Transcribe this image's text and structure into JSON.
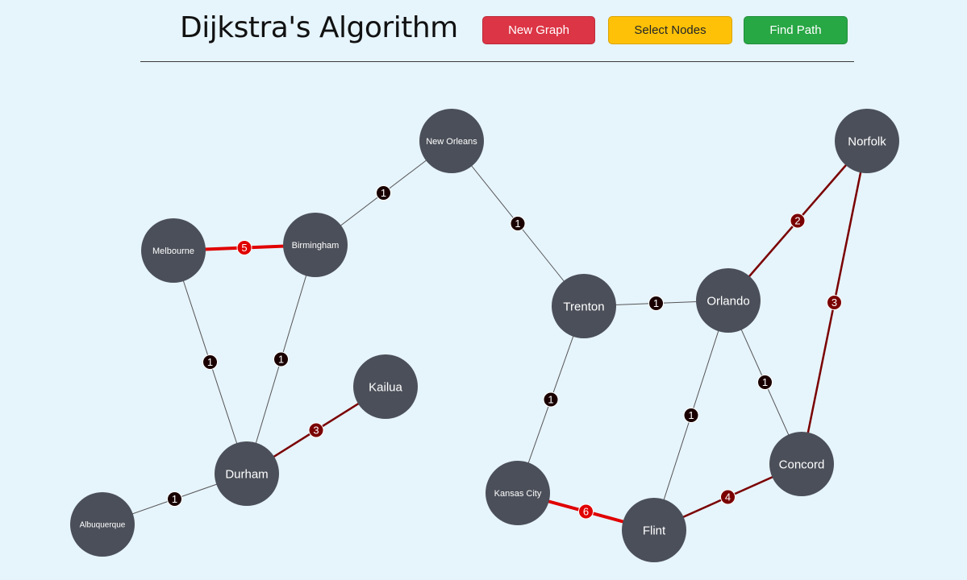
{
  "header": {
    "title": "Dijkstra's Algorithm",
    "buttons": {
      "new_graph": "New Graph",
      "select_nodes": "Select Nodes",
      "find_path": "Find Path"
    }
  },
  "colors": {
    "background": "#e6f4fc",
    "node_fill": "#4b4f59",
    "edge_default": "#555555",
    "edge_dark_red": "#7a0000",
    "edge_bright_red": "#e00000",
    "weight_default_fill": "#1a0000",
    "weight_dark_red_fill": "#7a0000",
    "weight_bright_red_fill": "#e00000"
  },
  "graph": {
    "nodes": [
      {
        "id": "new-orleans",
        "label": "New Orleans"
      },
      {
        "id": "norfolk",
        "label": "Norfolk"
      },
      {
        "id": "melbourne",
        "label": "Melbourne"
      },
      {
        "id": "birmingham",
        "label": "Birmingham"
      },
      {
        "id": "trenton",
        "label": "Trenton"
      },
      {
        "id": "orlando",
        "label": "Orlando"
      },
      {
        "id": "kailua",
        "label": "Kailua"
      },
      {
        "id": "durham",
        "label": "Durham"
      },
      {
        "id": "concord",
        "label": "Concord"
      },
      {
        "id": "kansas-city",
        "label": "Kansas City"
      },
      {
        "id": "flint",
        "label": "Flint"
      },
      {
        "id": "albuquerque",
        "label": "Albuquerque"
      }
    ],
    "edges": [
      {
        "from": "new-orleans",
        "to": "birmingham",
        "weight": "1",
        "state": "default"
      },
      {
        "from": "new-orleans",
        "to": "trenton",
        "weight": "1",
        "state": "default"
      },
      {
        "from": "melbourne",
        "to": "birmingham",
        "weight": "5",
        "state": "bright"
      },
      {
        "from": "melbourne",
        "to": "durham",
        "weight": "1",
        "state": "default"
      },
      {
        "from": "birmingham",
        "to": "durham",
        "weight": "1",
        "state": "default"
      },
      {
        "from": "durham",
        "to": "kailua",
        "weight": "3",
        "state": "dark"
      },
      {
        "from": "durham",
        "to": "albuquerque",
        "weight": "1",
        "state": "default"
      },
      {
        "from": "trenton",
        "to": "orlando",
        "weight": "1",
        "state": "default"
      },
      {
        "from": "trenton",
        "to": "kansas-city",
        "weight": "1",
        "state": "default"
      },
      {
        "from": "orlando",
        "to": "norfolk",
        "weight": "2",
        "state": "dark"
      },
      {
        "from": "norfolk",
        "to": "concord",
        "weight": "3",
        "state": "dark"
      },
      {
        "from": "orlando",
        "to": "concord",
        "weight": "1",
        "state": "default"
      },
      {
        "from": "orlando",
        "to": "flint",
        "weight": "1",
        "state": "default"
      },
      {
        "from": "kansas-city",
        "to": "flint",
        "weight": "6",
        "state": "bright"
      },
      {
        "from": "flint",
        "to": "concord",
        "weight": "4",
        "state": "dark"
      }
    ]
  }
}
